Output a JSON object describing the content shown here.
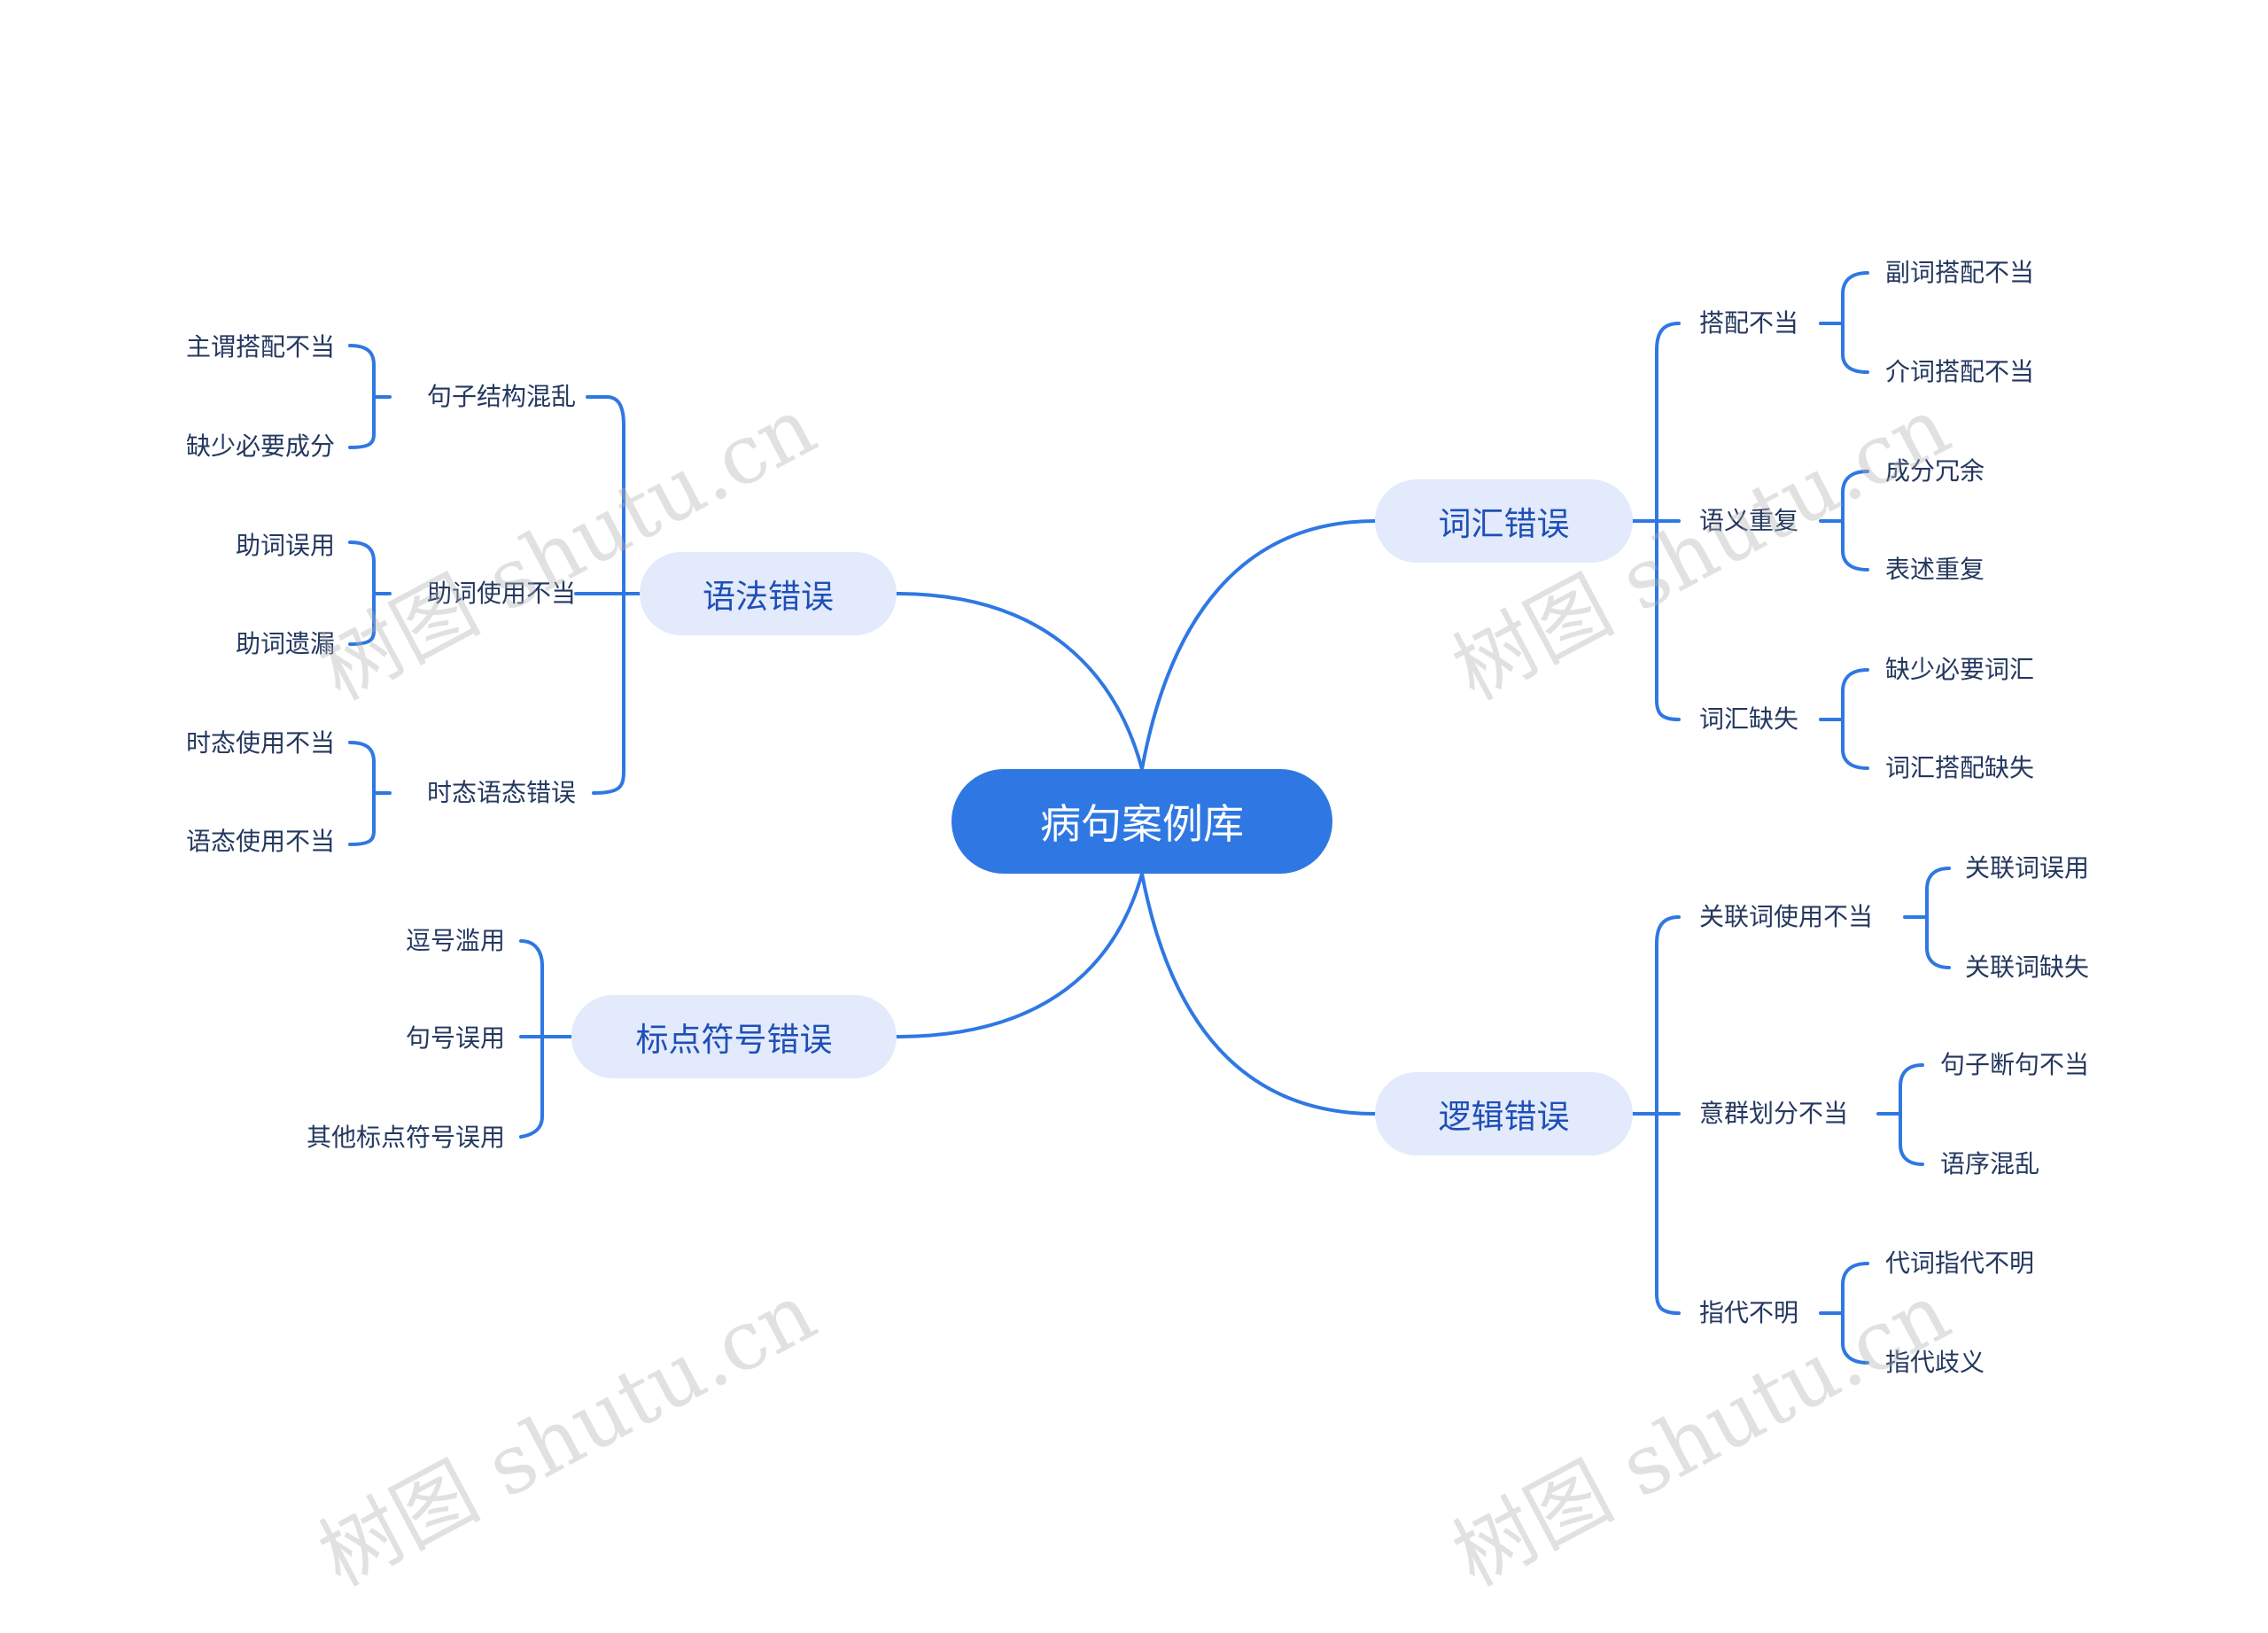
{
  "root": "病句案例库",
  "colors": {
    "accent": "#2f78e3",
    "branch_fill": "#e2eafb",
    "line": "#2f78e3"
  },
  "branches": {
    "grammar": {
      "label": "语法错误",
      "subs": [
        {
          "label": "句子结构混乱",
          "leaves": [
            "主谓搭配不当",
            "缺少必要成分"
          ]
        },
        {
          "label": "助词使用不当",
          "leaves": [
            "助词误用",
            "助词遗漏"
          ]
        },
        {
          "label": "时态语态错误",
          "leaves": [
            "时态使用不当",
            "语态使用不当"
          ]
        }
      ]
    },
    "punctuation": {
      "label": "标点符号错误",
      "leaves": [
        "逗号滥用",
        "句号误用",
        "其他标点符号误用"
      ]
    },
    "vocabulary": {
      "label": "词汇错误",
      "subs": [
        {
          "label": "搭配不当",
          "leaves": [
            "副词搭配不当",
            "介词搭配不当"
          ]
        },
        {
          "label": "语义重复",
          "leaves": [
            "成分冗余",
            "表述重复"
          ]
        },
        {
          "label": "词汇缺失",
          "leaves": [
            "缺少必要词汇",
            "词汇搭配缺失"
          ]
        }
      ]
    },
    "logic": {
      "label": "逻辑错误",
      "subs": [
        {
          "label": "关联词使用不当",
          "leaves": [
            "关联词误用",
            "关联词缺失"
          ]
        },
        {
          "label": "意群划分不当",
          "leaves": [
            "句子断句不当",
            "语序混乱"
          ]
        },
        {
          "label": "指代不明",
          "leaves": [
            "代词指代不明",
            "指代歧义"
          ]
        }
      ]
    }
  },
  "watermark": "树图 shutu.cn"
}
